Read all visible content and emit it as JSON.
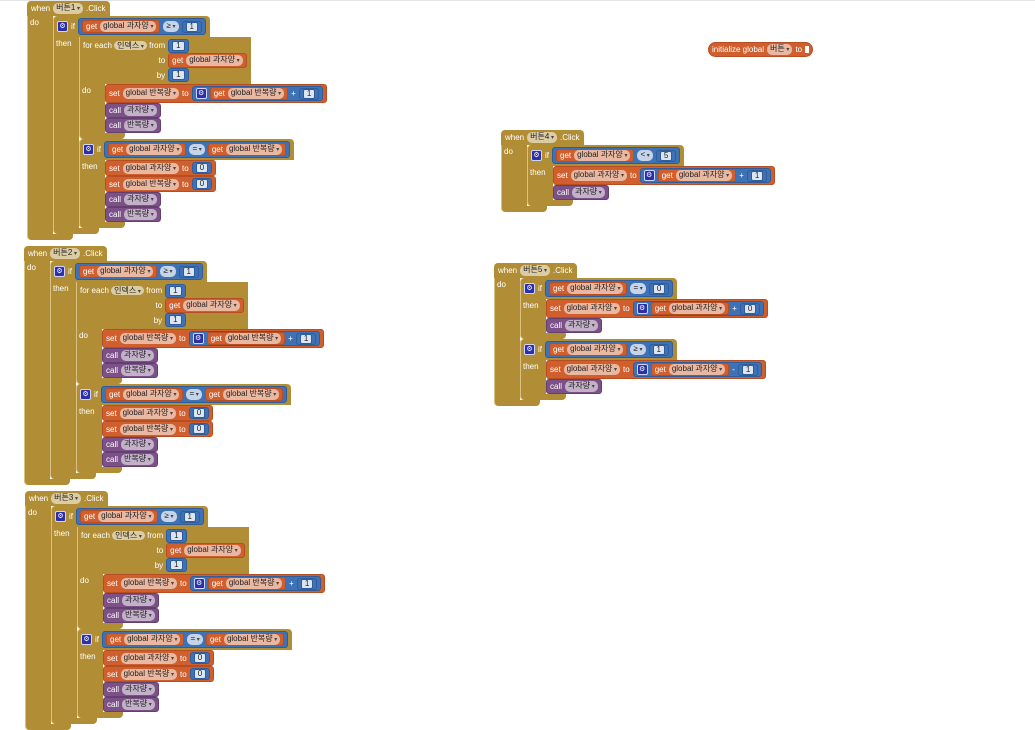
{
  "keywords": {
    "when": "when",
    "do": "do",
    "if": "if",
    "then": "then",
    "for_each": "for each",
    "from": "from",
    "to": "to",
    "by": "by",
    "set": "set",
    "get": "get",
    "call": "call",
    "initialize_global": "initialize global"
  },
  "init_global": {
    "var": "버튼"
  },
  "events": [
    {
      "component": "버튼1",
      "event": ".Click",
      "body": [
        {
          "type": "if",
          "cond": {
            "type": "compare",
            "left": {
              "type": "get",
              "var": "global 과자양"
            },
            "op": "≥",
            "right": {
              "type": "num",
              "value": "1"
            }
          },
          "then": [
            {
              "type": "for",
              "var": "인덱스",
              "from": {
                "type": "num",
                "value": "1"
              },
              "to": {
                "type": "get",
                "var": "global 과자양"
              },
              "by": {
                "type": "num",
                "value": "1"
              },
              "do": [
                {
                  "type": "set",
                  "var": "global 반복량",
                  "value": {
                    "type": "math",
                    "left": {
                      "type": "get",
                      "var": "global 반복량"
                    },
                    "op": "+",
                    "right": {
                      "type": "num",
                      "value": "1"
                    }
                  }
                },
                {
                  "type": "call",
                  "proc": "과자량"
                },
                {
                  "type": "call",
                  "proc": "반복량"
                }
              ]
            },
            {
              "type": "if",
              "cond": {
                "type": "compare",
                "left": {
                  "type": "get",
                  "var": "global 과자양"
                },
                "op": "=",
                "right": {
                  "type": "get",
                  "var": "global 반복량"
                }
              },
              "then": [
                {
                  "type": "set",
                  "var": "global 과자양",
                  "value": {
                    "type": "num",
                    "value": "0"
                  }
                },
                {
                  "type": "set",
                  "var": "global 반복량",
                  "value": {
                    "type": "num",
                    "value": "0"
                  }
                },
                {
                  "type": "call",
                  "proc": "과자량"
                },
                {
                  "type": "call",
                  "proc": "반복량"
                }
              ]
            }
          ]
        }
      ]
    },
    {
      "component": "버튼2",
      "event": ".Click",
      "body": [
        {
          "type": "if",
          "cond": {
            "type": "compare",
            "left": {
              "type": "get",
              "var": "global 과자양"
            },
            "op": "≥",
            "right": {
              "type": "num",
              "value": "1"
            }
          },
          "then": [
            {
              "type": "for",
              "var": "인덱스",
              "from": {
                "type": "num",
                "value": "1"
              },
              "to": {
                "type": "get",
                "var": "global 과자양"
              },
              "by": {
                "type": "num",
                "value": "1"
              },
              "do": [
                {
                  "type": "set",
                  "var": "global 반복량",
                  "value": {
                    "type": "math",
                    "left": {
                      "type": "get",
                      "var": "global 반복량"
                    },
                    "op": "+",
                    "right": {
                      "type": "num",
                      "value": "1"
                    }
                  }
                },
                {
                  "type": "call",
                  "proc": "과자량"
                },
                {
                  "type": "call",
                  "proc": "반복량"
                }
              ]
            },
            {
              "type": "if",
              "cond": {
                "type": "compare",
                "left": {
                  "type": "get",
                  "var": "global 과자양"
                },
                "op": "=",
                "right": {
                  "type": "get",
                  "var": "global 반복량"
                }
              },
              "then": [
                {
                  "type": "set",
                  "var": "global 과자양",
                  "value": {
                    "type": "num",
                    "value": "0"
                  }
                },
                {
                  "type": "set",
                  "var": "global 반복량",
                  "value": {
                    "type": "num",
                    "value": "0"
                  }
                },
                {
                  "type": "call",
                  "proc": "과자량"
                },
                {
                  "type": "call",
                  "proc": "반복량"
                }
              ]
            }
          ]
        }
      ]
    },
    {
      "component": "버튼3",
      "event": ".Click",
      "body": [
        {
          "type": "if",
          "cond": {
            "type": "compare",
            "left": {
              "type": "get",
              "var": "global 과자양"
            },
            "op": "≥",
            "right": {
              "type": "num",
              "value": "1"
            }
          },
          "then": [
            {
              "type": "for",
              "var": "인덱스",
              "from": {
                "type": "num",
                "value": "1"
              },
              "to": {
                "type": "get",
                "var": "global 과자양"
              },
              "by": {
                "type": "num",
                "value": "1"
              },
              "do": [
                {
                  "type": "set",
                  "var": "global 반복량",
                  "value": {
                    "type": "math",
                    "left": {
                      "type": "get",
                      "var": "global 반복량"
                    },
                    "op": "+",
                    "right": {
                      "type": "num",
                      "value": "1"
                    }
                  }
                },
                {
                  "type": "call",
                  "proc": "과자량"
                },
                {
                  "type": "call",
                  "proc": "반복량"
                }
              ]
            },
            {
              "type": "if",
              "cond": {
                "type": "compare",
                "left": {
                  "type": "get",
                  "var": "global 과자양"
                },
                "op": "=",
                "right": {
                  "type": "get",
                  "var": "global 반복량"
                }
              },
              "then": [
                {
                  "type": "set",
                  "var": "global 과자양",
                  "value": {
                    "type": "num",
                    "value": "0"
                  }
                },
                {
                  "type": "set",
                  "var": "global 반복량",
                  "value": {
                    "type": "num",
                    "value": "0"
                  }
                },
                {
                  "type": "call",
                  "proc": "과자량"
                },
                {
                  "type": "call",
                  "proc": "반복량"
                }
              ]
            }
          ]
        }
      ]
    },
    {
      "component": "버튼4",
      "event": ".Click",
      "body": [
        {
          "type": "if",
          "cond": {
            "type": "compare",
            "left": {
              "type": "get",
              "var": "global 과자양"
            },
            "op": "<",
            "right": {
              "type": "num",
              "value": "5"
            }
          },
          "then": [
            {
              "type": "set",
              "var": "global 과자양",
              "value": {
                "type": "math",
                "left": {
                  "type": "get",
                  "var": "global 과자양"
                },
                "op": "+",
                "right": {
                  "type": "num",
                  "value": "1"
                }
              }
            },
            {
              "type": "call",
              "proc": "과자량"
            }
          ]
        }
      ]
    },
    {
      "component": "버튼5",
      "event": ".Click",
      "body": [
        {
          "type": "if",
          "cond": {
            "type": "compare",
            "left": {
              "type": "get",
              "var": "global 과자양"
            },
            "op": "=",
            "right": {
              "type": "num",
              "value": "0"
            }
          },
          "then": [
            {
              "type": "set",
              "var": "global 과자양",
              "value": {
                "type": "math",
                "left": {
                  "type": "get",
                  "var": "global 과자양"
                },
                "op": "+",
                "right": {
                  "type": "num",
                  "value": "0"
                }
              }
            },
            {
              "type": "call",
              "proc": "과자량"
            }
          ]
        },
        {
          "type": "if",
          "cond": {
            "type": "compare",
            "left": {
              "type": "get",
              "var": "global 과자양"
            },
            "op": "≥",
            "right": {
              "type": "num",
              "value": "1"
            }
          },
          "then": [
            {
              "type": "set",
              "var": "global 과자양",
              "value": {
                "type": "math",
                "left": {
                  "type": "get",
                  "var": "global 과자양"
                },
                "op": "-",
                "right": {
                  "type": "num",
                  "value": "1"
                }
              }
            },
            {
              "type": "call",
              "proc": "과자량"
            }
          ]
        }
      ]
    }
  ]
}
